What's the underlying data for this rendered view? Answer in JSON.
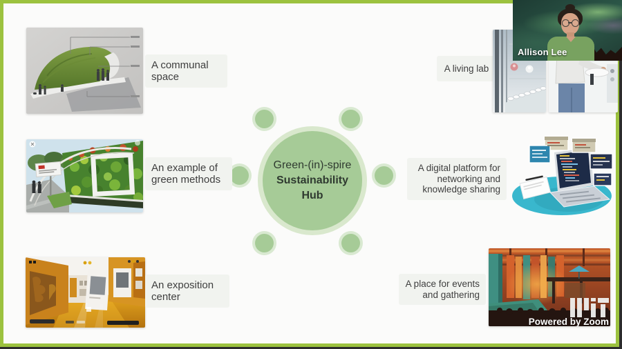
{
  "meeting": {
    "participant_name": "Allison Lee",
    "watermark": "Powered by Zoom"
  },
  "hub": {
    "line1": "Green-(in)-spire",
    "line2": "Sustainability",
    "line3": "Hub"
  },
  "labels": {
    "communal": [
      "A communal",
      "space"
    ],
    "green_methods": [
      "An example of",
      "green methods"
    ],
    "exposition": [
      "An exposition",
      "center"
    ],
    "living_lab": [
      "A living lab"
    ],
    "digital": [
      "A digital platform for",
      "networking and",
      "knowledge sharing"
    ],
    "events": [
      "A place for events",
      "and gathering"
    ]
  },
  "images": {
    "communal": "green-roof-pavilion-render",
    "green_methods": "street-green-wall-photo",
    "exposition": "virtual-gallery-screenshot",
    "living_lab_1": "lab-equipment-wall-photo",
    "living_lab_2": "lab-researcher-photo",
    "digital": "laptop-network-illustration",
    "events": "industrial-event-hall-photo"
  },
  "icons": {
    "mit_logo": "MIT-block-logo"
  },
  "colors": {
    "screen_border": "#9cc23f",
    "hub_circle": "#a6cb97",
    "hub_halo": "#d9e8cd",
    "label_bg": "#f1f3ef",
    "illustration_teal": "#39b7cd"
  }
}
